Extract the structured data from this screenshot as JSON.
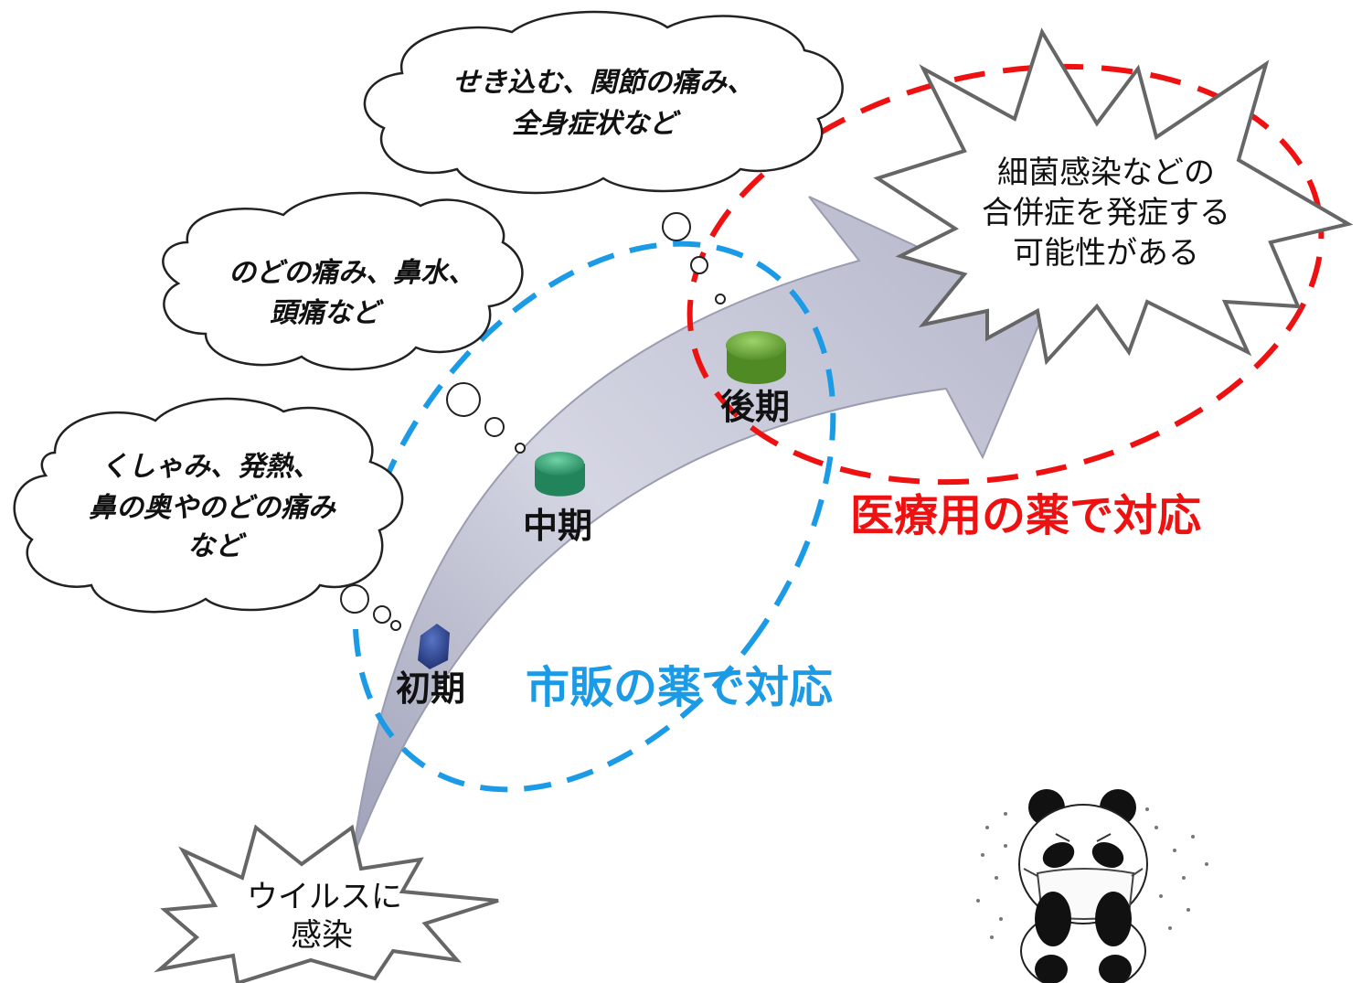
{
  "clouds": {
    "late": {
      "line1": "せき込む、関節の痛み、",
      "line2": "全身症状など"
    },
    "mid": {
      "line1": "のどの痛み、鼻水、",
      "line2": "頭痛など"
    },
    "early": {
      "line1": "くしゃみ、発熱、",
      "line2": "鼻の奥やのどの痛み",
      "line3": "など"
    }
  },
  "stages": {
    "early": "初期",
    "mid": "中期",
    "late": "後期"
  },
  "infection": {
    "line1": "ウイルスに",
    "line2": "感染"
  },
  "complication": {
    "line1": "細菌感染などの",
    "line2": "合併症を発症する",
    "line3": "可能性がある"
  },
  "otc_label": "市販の薬で対応",
  "rx_label": "医療用の薬で対応",
  "colors": {
    "otc": "#1b9ae6",
    "rx": "#ee1111",
    "arrow": "#c9cad8",
    "pill_early": "#2e4a94",
    "pill_mid": "#3aa57a",
    "pill_late": "#6aa63a"
  },
  "panda": {
    "icon": "sick-panda-with-mask-icon"
  }
}
